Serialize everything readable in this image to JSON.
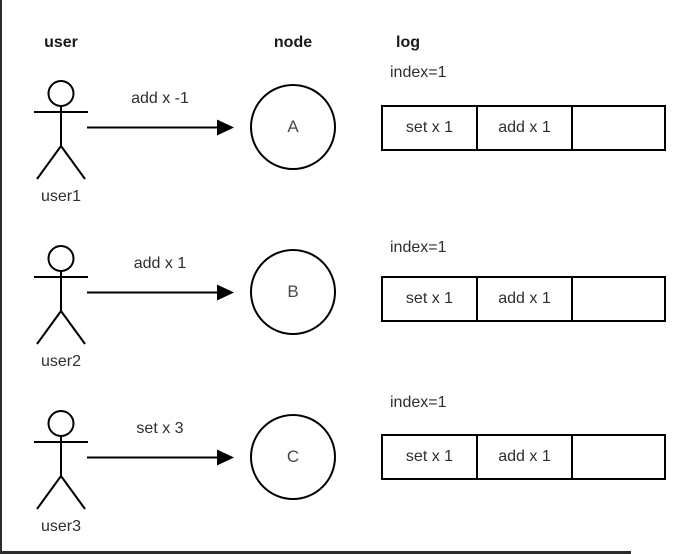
{
  "frame": {
    "line_color": "#2b2b2b"
  },
  "headers": {
    "user": "user",
    "node": "node",
    "log": "log"
  },
  "rows": [
    {
      "user_label": "user1",
      "command": "add x -1",
      "node": "A",
      "log_index": "index=1",
      "log_cells": [
        "set x 1",
        "add x 1",
        ""
      ]
    },
    {
      "user_label": "user2",
      "command": "add x 1",
      "node": "B",
      "log_index": "index=1",
      "log_cells": [
        "set x 1",
        "add x 1",
        ""
      ]
    },
    {
      "user_label": "user3",
      "command": "set x 3",
      "node": "C",
      "log_index": "index=1",
      "log_cells": [
        "set x 1",
        "add x 1",
        ""
      ]
    }
  ]
}
